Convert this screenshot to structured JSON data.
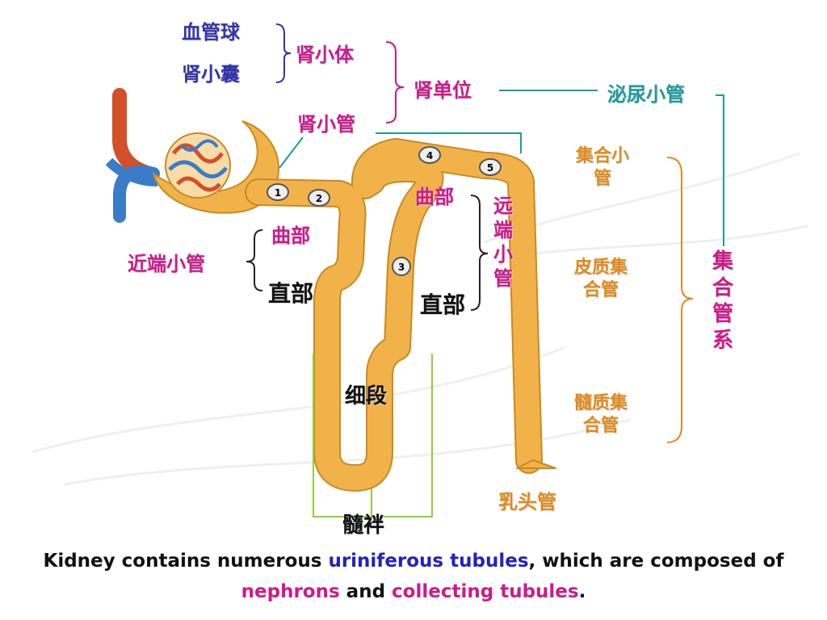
{
  "colors": {
    "blue_label": "#3333aa",
    "magenta_label": "#cc1a8c",
    "teal_line": "#1f9a9a",
    "orange_label": "#e08a1e",
    "green_bracket": "#8ccf3a",
    "tubule_fill": "#f2b24a",
    "tubule_stroke": "#c88a22",
    "artery_red": "#d2502a",
    "vein_blue": "#3a7cc8"
  },
  "labels": {
    "glomerulus": "血管球",
    "bowman_capsule": "肾小囊",
    "renal_corpuscle": "肾小体",
    "nephron": "肾单位",
    "renal_tubule": "肾小管",
    "uriniferous_tubule": "泌尿小管",
    "convoluted_part_proximal": "曲部",
    "proximal_tubule": "近端小管",
    "straight_part_proximal": "直部",
    "thin_segment": "细段",
    "loop_of_henle": "髓袢",
    "convoluted_part_distal": "曲部",
    "distal_tubule": "远端小管",
    "straight_part_distal": "直部",
    "collecting_tubule": "集合小管",
    "cortical_collecting_duct": "皮质集合管",
    "medullary_collecting_duct": "髓质集合管",
    "papillary_duct": "乳头管",
    "collecting_duct_system": "集合管系"
  },
  "markers": [
    "1",
    "2",
    "3",
    "4",
    "5"
  ],
  "caption": {
    "part1": "Kidney contains numerous ",
    "hl1": "uriniferous tubules",
    "part2": ", which are composed of",
    "hl2": "nephrons",
    "part3": " and ",
    "hl3": "collecting tubules",
    "part4": "."
  }
}
